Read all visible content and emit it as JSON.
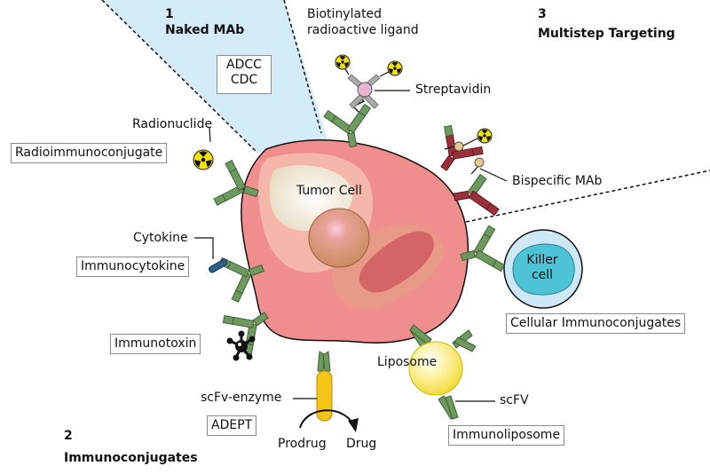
{
  "sections": {
    "naked": {
      "number": "1",
      "title": "Naked MAb",
      "effects": [
        "ADCC",
        "CDC"
      ]
    },
    "immunoconjugates": {
      "number": "2",
      "title": "Immunoconjugates"
    },
    "multistep": {
      "number": "3",
      "title": "Multistep Targeting"
    }
  },
  "cells": {
    "tumor": "Tumor Cell",
    "killer": "Killer cell"
  },
  "labels": {
    "radionuclide": "Radionuclide",
    "radioimmunoconjugate": "Radioimmunoconjugate",
    "cytokine": "Cytokine",
    "immunocytokine": "Immunocytokine",
    "immunotoxin": "Immunotoxin",
    "scfv_enzyme": "scFv-enzyme",
    "adept": "ADEPT",
    "prodrug": "Prodrug",
    "drug": "Drug",
    "liposome": "Liposome",
    "scfv": "scFV",
    "immunoliposome": "Immunoliposome",
    "cellular_immunoconjugates": "Cellular Immunoconjugates",
    "bispecific": "Bispecific MAb",
    "streptavidin": "Streptavidin",
    "biotinylated": "Biotinylated",
    "radioactive_ligand": "radioactive ligand"
  },
  "colors": {
    "antibody_green": "#6f9a5f",
    "antibody_dark": "#3d5e34",
    "bispecific_red": "#9b2f3a",
    "tumor_fill": "#f08e8e",
    "wedge_blue": "#d4ecfa",
    "killer_ring": "#cfe8f7",
    "killer_nucleus": "#4fc3d6",
    "cytokine_blue": "#2e5f8a",
    "enzyme_yellow": "#f5c518",
    "liposome_yellow": "#f8e66a",
    "radiation_yellow": "#f4e20b",
    "streptavidin_pink": "#e8b6d2"
  }
}
